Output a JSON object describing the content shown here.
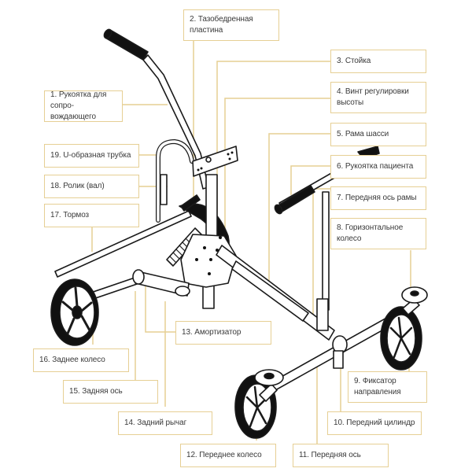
{
  "diagram": {
    "subject": "Walker / rollator parts diagram",
    "colors": {
      "leader_line": "#e6cf94",
      "box_border": "#e6cf94",
      "text": "#3a3a3a",
      "frame_stroke": "#1a1a1a",
      "tire": "#111111",
      "background": "#ffffff"
    },
    "labels": [
      {
        "id": "1",
        "text": "1. Рукоятка для сопро-\nвождающего"
      },
      {
        "id": "2",
        "text": "2. Тазобедренная\nпластина"
      },
      {
        "id": "3",
        "text": "3. Стойка"
      },
      {
        "id": "4",
        "text": "4. Винт регулировки\nвысоты"
      },
      {
        "id": "5",
        "text": "5. Рама шасси"
      },
      {
        "id": "6",
        "text": "6. Рукоятка пациента"
      },
      {
        "id": "7",
        "text": "7. Передняя ось рамы"
      },
      {
        "id": "8",
        "text": "8. Горизонтальное\nколесо"
      },
      {
        "id": "9",
        "text": "9. Фиксатор\nнаправления"
      },
      {
        "id": "10",
        "text": "10. Передний цилиндр"
      },
      {
        "id": "11",
        "text": "11. Передняя ось"
      },
      {
        "id": "12",
        "text": "12. Переднее колесо"
      },
      {
        "id": "13",
        "text": "13. Амортизатор"
      },
      {
        "id": "14",
        "text": "14. Задний рычаг"
      },
      {
        "id": "15",
        "text": "15. Задняя ось"
      },
      {
        "id": "16",
        "text": "16. Заднее колесо"
      },
      {
        "id": "17",
        "text": "17. Тормоз"
      },
      {
        "id": "18",
        "text": "18. Ролик (вал)"
      },
      {
        "id": "19",
        "text": "19. U-образная трубка"
      }
    ]
  }
}
